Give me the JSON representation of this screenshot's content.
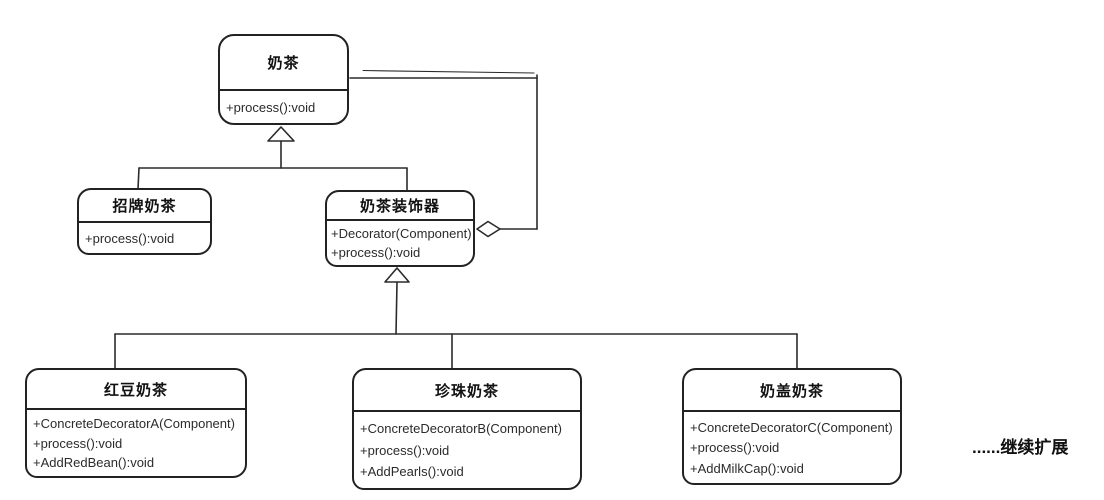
{
  "diagram": {
    "type": "uml-class-diagram",
    "background_color": "#ffffff",
    "stroke_color": "#2b2b2b",
    "classes": [
      {
        "name": "奶茶",
        "methods": [
          "+process():void"
        ]
      },
      {
        "name": "招牌奶茶",
        "methods": [
          "+process():void"
        ]
      },
      {
        "name": "奶茶装饰器",
        "methods": [
          "+Decorator(Component)",
          "+process():void"
        ]
      },
      {
        "name": "红豆奶茶",
        "methods": [
          "+ConcreteDecoratorA(Component)",
          "+process():void",
          "+AddRedBean():void"
        ]
      },
      {
        "name": "珍珠奶茶",
        "methods": [
          "+ConcreteDecoratorB(Component)",
          "+process():void",
          "+AddPearls():void"
        ]
      },
      {
        "name": "奶盖奶茶",
        "methods": [
          "+ConcreteDecoratorC(Component)",
          "+process():void",
          "+AddMilkCap():void"
        ]
      }
    ],
    "relationships": [
      {
        "type": "generalization",
        "from": "招牌奶茶",
        "to": "奶茶"
      },
      {
        "type": "generalization",
        "from": "奶茶装饰器",
        "to": "奶茶"
      },
      {
        "type": "aggregation",
        "from": "奶茶装饰器",
        "to": "奶茶"
      },
      {
        "type": "generalization",
        "from": "红豆奶茶",
        "to": "奶茶装饰器"
      },
      {
        "type": "generalization",
        "from": "珍珠奶茶",
        "to": "奶茶装饰器"
      },
      {
        "type": "generalization",
        "from": "奶盖奶茶",
        "to": "奶茶装饰器"
      }
    ],
    "annotation": "......继续扩展"
  }
}
